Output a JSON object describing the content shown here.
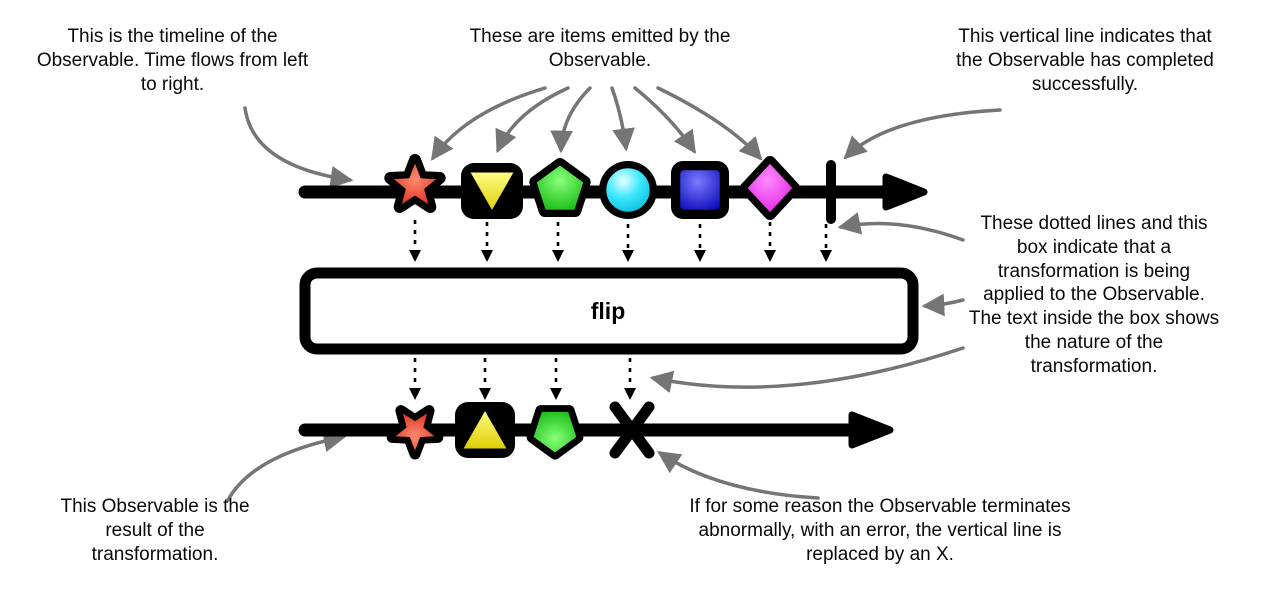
{
  "diagram": {
    "operator_label": "flip",
    "notes": {
      "timeline": "This is the timeline of the Observable. Time flows from left to right.",
      "items": "These are items emitted by the Observable.",
      "completed": "This vertical line indicates that the Observable has completed successfully.",
      "transformation": "These dotted lines and this box indicate that a transformation is being applied to the Observable. The text inside the box shows the nature of the transformation.",
      "result": "This Observable is the result of the transformation.",
      "error": "If for some reason the Observable terminates abnormally, with an error, the vertical line is replaced by an X."
    },
    "source_items": [
      "red-star",
      "yellow-triangle-down",
      "green-pentagon",
      "cyan-circle",
      "blue-square",
      "magenta-diamond"
    ],
    "result_items": [
      "red-star-flipped",
      "yellow-triangle-up",
      "green-pentagon-flipped"
    ],
    "completion_marker": "vertical-line",
    "error_marker": "X",
    "colors": {
      "red": "#e02a1a",
      "yellow": "#f2e200",
      "green": "#17c617",
      "cyan": "#00d9f2",
      "blue": "#1414cc",
      "magenta": "#ee2aee",
      "timeline_black": "#000000",
      "annotation_arrow_gray": "#757575"
    }
  }
}
